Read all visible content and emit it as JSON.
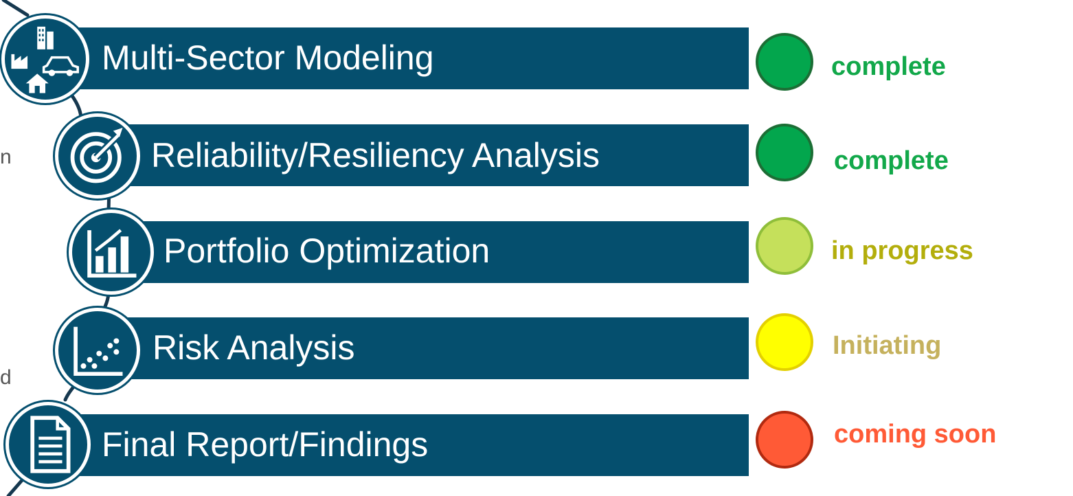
{
  "stray_left_text": [
    "n",
    "d"
  ],
  "phases": [
    {
      "label": "Multi-Sector Modeling",
      "icon": "city-industry-car-house-icon",
      "status": "complete",
      "dot_color": "#03a64d",
      "dot_border": "#1c6e35",
      "status_color": "#12a84a"
    },
    {
      "label": "Reliability/Resiliency Analysis",
      "icon": "target-arrow-icon",
      "status": "complete",
      "dot_color": "#03a64d",
      "dot_border": "#1c6e35",
      "status_color": "#12a84a"
    },
    {
      "label": "Portfolio Optimization",
      "icon": "bar-chart-icon",
      "status": "in progress",
      "dot_color": "#c5e05b",
      "dot_border": "#8fbe3a",
      "status_color": "#b3ae0c"
    },
    {
      "label": "Risk Analysis",
      "icon": "scatter-plot-icon",
      "status": "Initiating",
      "dot_color": "#ffff00",
      "dot_border": "#e3d000",
      "status_color": "#c5b15d"
    },
    {
      "label": "Final Report/Findings",
      "icon": "document-icon",
      "status": "coming soon",
      "dot_color": "#ff5a36",
      "dot_border": "#b12a10",
      "status_color": "#ff5a36"
    }
  ],
  "colors": {
    "bar": "#054f6e",
    "spine": "#16384f",
    "ring": "#ffffff"
  }
}
